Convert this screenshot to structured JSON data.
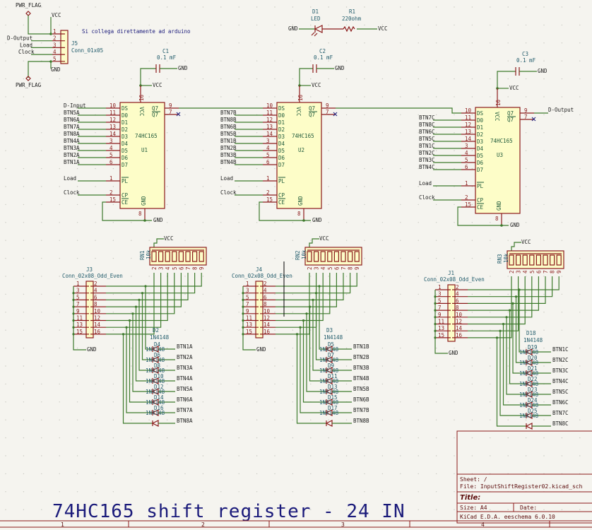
{
  "sheet_title": "74HC165 shift register - 24 IN",
  "note": "Si collega direttamente ad arduino",
  "power": {
    "vcc": "VCC",
    "gnd": "GND",
    "pwr_flag": "PWR_FLAG"
  },
  "connector_j5": {
    "ref": "J5",
    "value": "Conn_01x05",
    "pins": [
      "1",
      "2",
      "3",
      "4",
      "5"
    ],
    "nets": [
      "",
      "D-Output",
      "Load",
      "Clock",
      ""
    ]
  },
  "led": {
    "ref": "D1",
    "value": "LED"
  },
  "resistor": {
    "ref": "R1",
    "value": "220ohm"
  },
  "capacitors": [
    {
      "ref": "C1",
      "value": "0.1 mF"
    },
    {
      "ref": "C2",
      "value": "0.1 mF"
    },
    {
      "ref": "C3",
      "value": "0.1 mF"
    }
  ],
  "ic_part": "74HC165",
  "ic_pin_names": [
    "DS",
    "D0",
    "D1",
    "D2",
    "D3",
    "D4",
    "D5",
    "D6",
    "D7",
    "PL",
    "CP",
    "CE"
  ],
  "ic_pin_numbers": [
    "10",
    "11",
    "12",
    "13",
    "14",
    "3",
    "4",
    "5",
    "6",
    "1",
    "2",
    "15"
  ],
  "ic_right": {
    "q7": "Q7",
    "q7n": "Q7",
    "q7_num": "9",
    "q7n_num": "7",
    "vcc_name": "VCC",
    "vcc_num": "16",
    "gnd_name": "GND",
    "gnd_num": "8"
  },
  "ics": [
    {
      "ref": "U1",
      "ds_net": "D-Input",
      "inputs": [
        "BTN5A",
        "BTN6A",
        "BTN7A",
        "BTN8A",
        "BTN4A",
        "BTN3A",
        "BTN2A",
        "BTN1A"
      ],
      "load": "Load",
      "clock": "Clock",
      "q7_net": ""
    },
    {
      "ref": "U2",
      "ds_net": "",
      "inputs": [
        "BTN7B",
        "BTN8B",
        "BTN6B",
        "BTN5B",
        "BTN1B",
        "BTN2B",
        "BTN3B",
        "BTN4B"
      ],
      "load": "Load",
      "clock": "Clock",
      "q7_net": ""
    },
    {
      "ref": "U3",
      "ds_net": "",
      "inputs": [
        "BTN7C",
        "BTN8C",
        "BTN6C",
        "BTN5C",
        "BTN1C",
        "BTN2C",
        "BTN3C",
        "BTN4C"
      ],
      "load": "Load",
      "clock": "Clock",
      "q7_net": "D-Output"
    }
  ],
  "resistor_networks": [
    {
      "ref": "RN1",
      "value": "10k"
    },
    {
      "ref": "RN2",
      "value": "10k"
    },
    {
      "ref": "RN3",
      "value": "10k"
    }
  ],
  "rn_pins": [
    "2",
    "3",
    "4",
    "5",
    "6",
    "7",
    "8",
    "9"
  ],
  "connectors_2x8": [
    {
      "ref": "J3",
      "value": "Conn_02x08_Odd_Even"
    },
    {
      "ref": "J4",
      "value": "Conn_02x08_Odd_Even"
    },
    {
      "ref": "J1",
      "value": "Conn_02x08_Odd_Even"
    }
  ],
  "conn_odd_pins": [
    "1",
    "3",
    "5",
    "7",
    "9",
    "11",
    "13",
    "15"
  ],
  "conn_even_pins": [
    "2",
    "4",
    "6",
    "8",
    "10",
    "12",
    "14",
    "16"
  ],
  "diode_groups": [
    {
      "first_ref": "D2",
      "value": "1N4148",
      "refs": [
        "D4",
        "D6",
        "D8",
        "D10",
        "D12",
        "D14",
        "D16"
      ],
      "buttons": [
        "BTN1A",
        "BTN2A",
        "BTN3A",
        "BTN4A",
        "BTN5A",
        "BTN6A",
        "BTN7A",
        "BTN8A"
      ]
    },
    {
      "first_ref": "D3",
      "value": "1N4148",
      "refs": [
        "D5",
        "D7",
        "D9",
        "D11",
        "D13",
        "D15",
        "D17"
      ],
      "buttons": [
        "BTN1B",
        "BTN2B",
        "BTN3B",
        "BTN4B",
        "BTN5B",
        "BTN6B",
        "BTN7B",
        "BTN8B"
      ]
    },
    {
      "first_ref": "D18",
      "value": "1N4148",
      "refs": [
        "D19",
        "D20",
        "D21",
        "D22",
        "D23",
        "D24",
        "D25"
      ],
      "buttons": [
        "BTN1C",
        "BTN2C",
        "BTN3C",
        "BTN4C",
        "BTN5C",
        "BTN6C",
        "BTN7C",
        "BTN8C"
      ]
    }
  ],
  "title_block": {
    "sheet": "Sheet: /",
    "file": "File: InputShiftRegister02.kicad_sch",
    "title": "Title:",
    "size": "Size: A4",
    "date": "Date:",
    "tool": "KiCad E.D.A.  eeschema 6.0.10"
  },
  "frame_columns": [
    "1",
    "2",
    "3",
    "4"
  ]
}
